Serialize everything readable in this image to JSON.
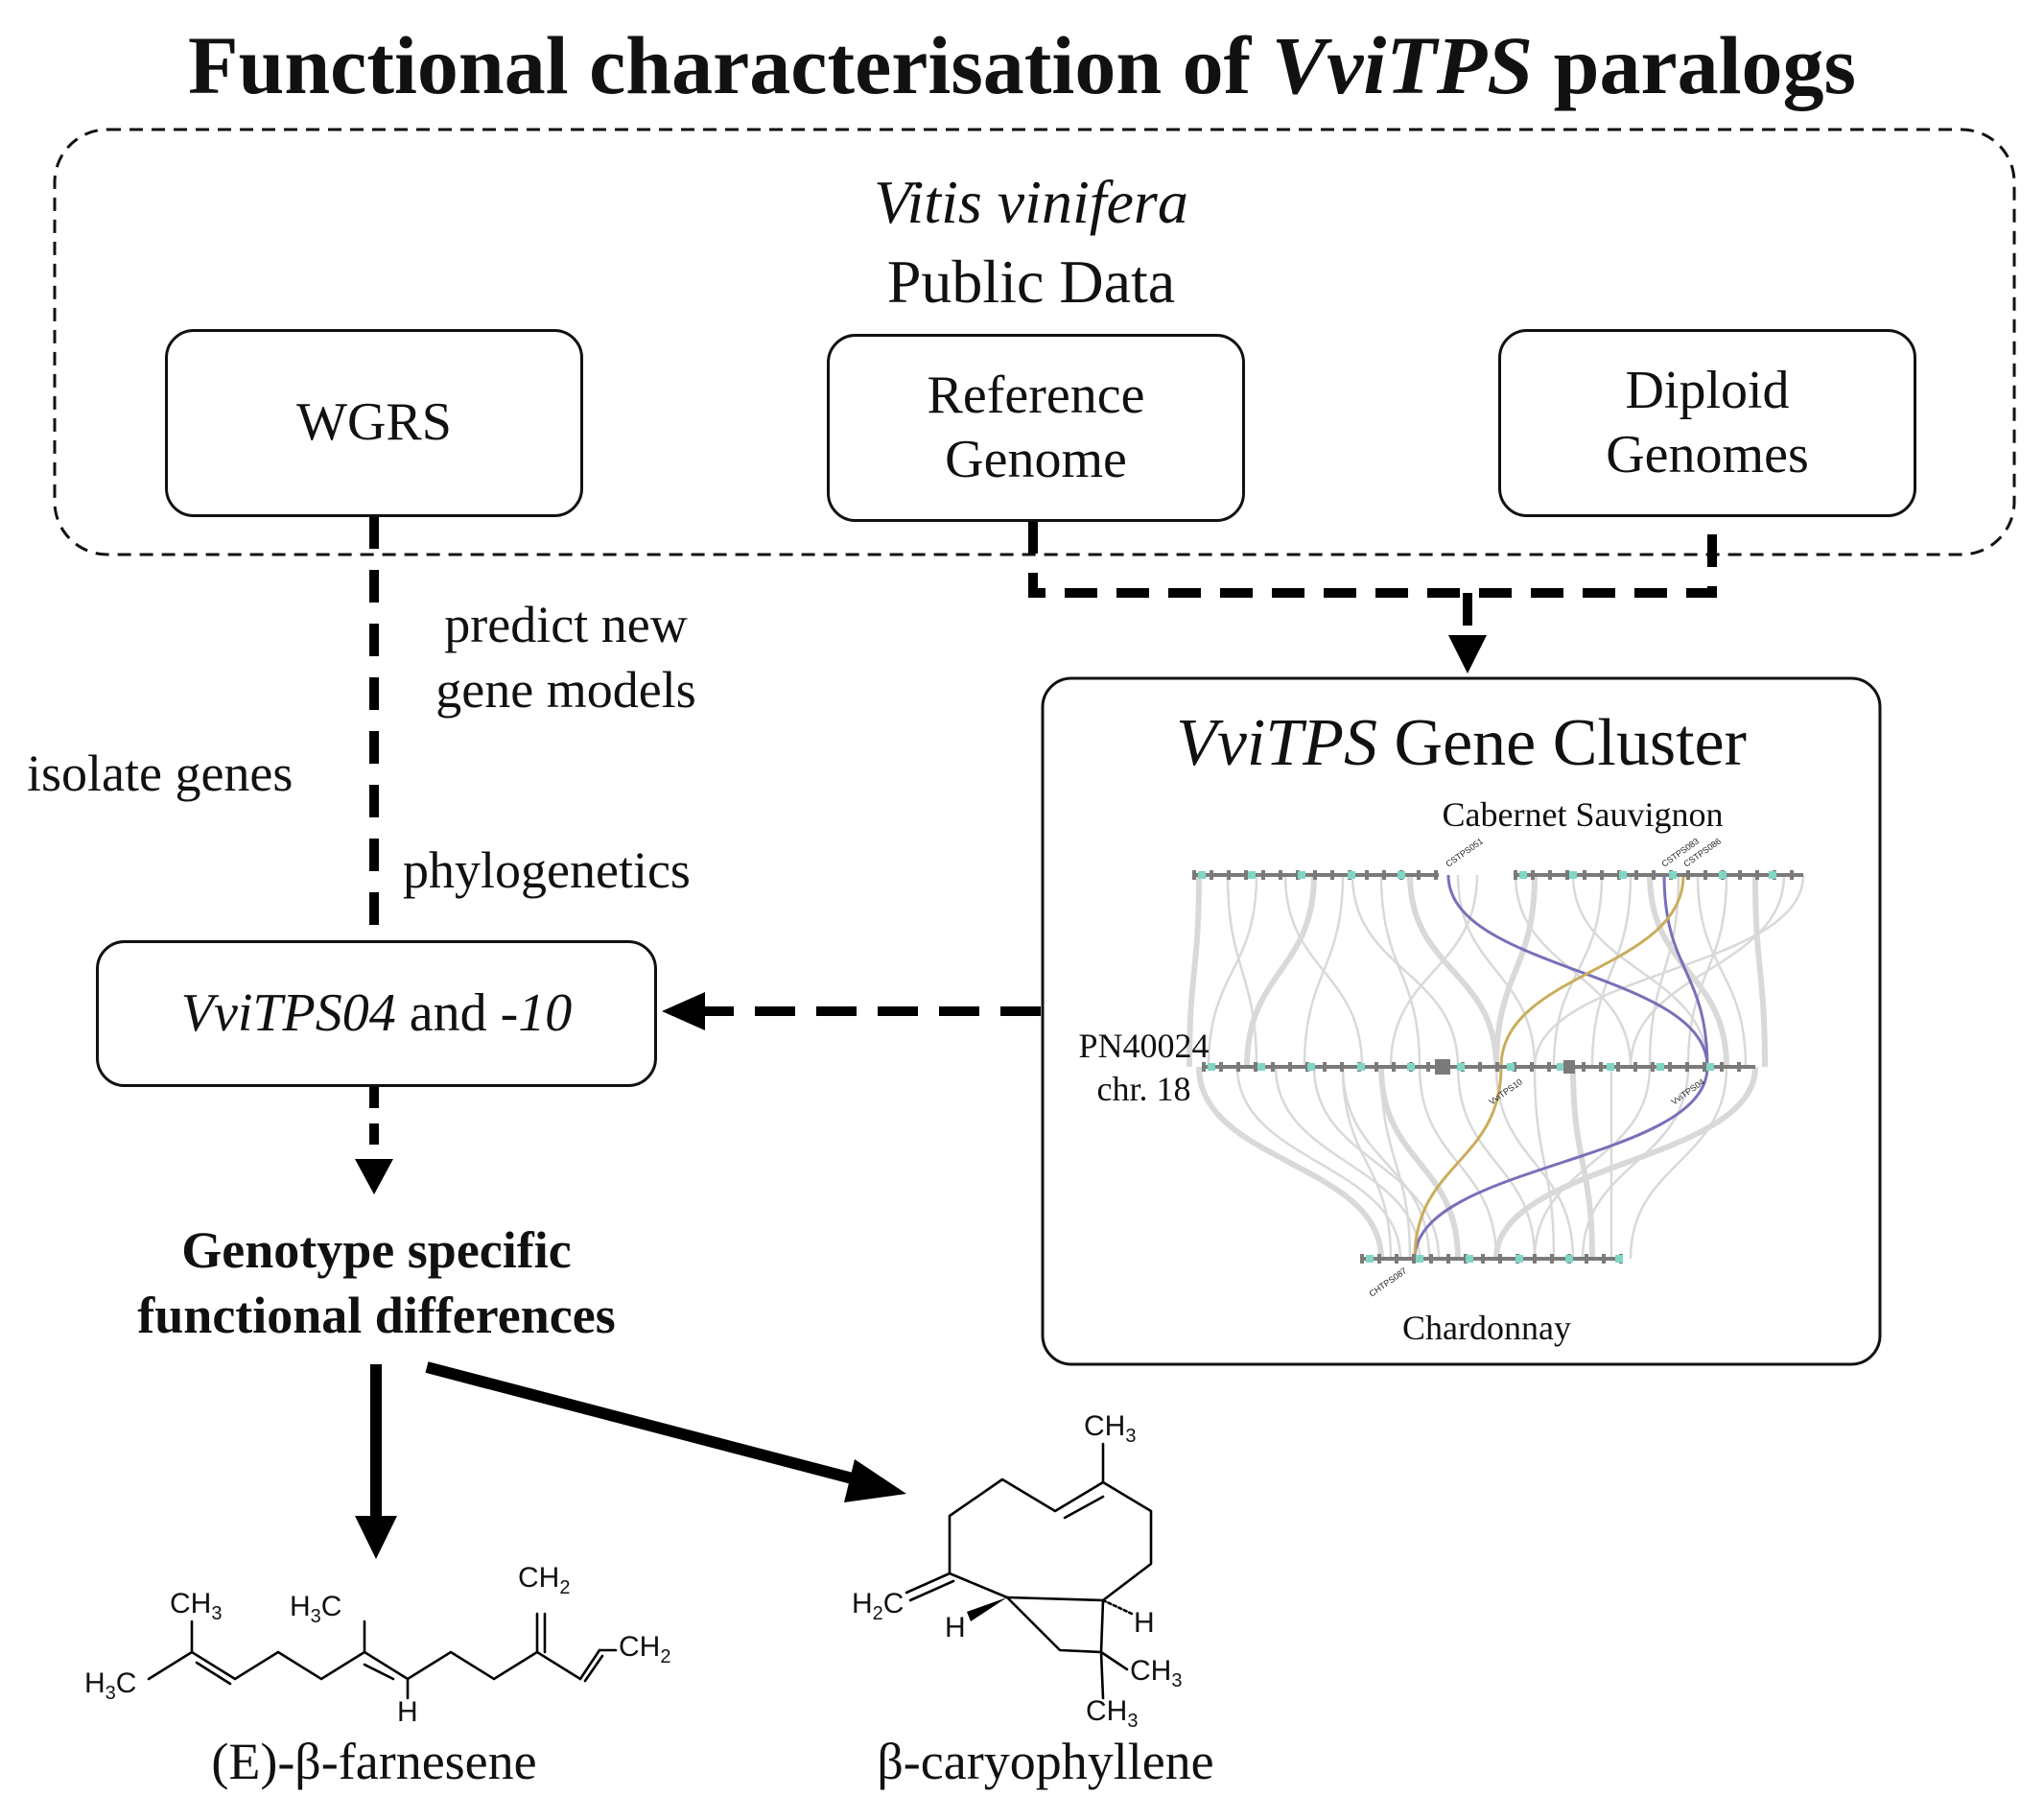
{
  "title": {
    "prefix": "Functional characterisation of ",
    "gene": "VviTPS",
    "suffix": " paralogs"
  },
  "public_data": {
    "species": "Vitis vinifera",
    "label": "Public Data",
    "boxes": {
      "wgrs": "WGRS",
      "reference_line1": "Reference",
      "reference_line2": "Genome",
      "diploid_line1": "Diploid",
      "diploid_line2": "Genomes"
    }
  },
  "steps": {
    "predict_line1": "predict new",
    "predict_line2": "gene models",
    "isolate": "isolate genes",
    "phylogenetics": "phylogenetics"
  },
  "candidate_box": {
    "gene1": "VviTPS04",
    "and": " and ",
    "gene2": "-10"
  },
  "outcome": {
    "line1": "Genotype specific",
    "line2": "functional differences"
  },
  "cluster": {
    "title_gene": "VviTPS",
    "title_rest": " Gene Cluster",
    "top_genome": "Cabernet Sauvignon",
    "middle_line1": "PN40024",
    "middle_line2": "chr. 18",
    "bottom_genome": "Chardonnay",
    "gene_labels": {
      "cs051": "CSTPS051",
      "cs083": "CSTPS083",
      "cs086": "CSTPS086",
      "vv10": "VviTPS10",
      "vv04": "VviTPS04",
      "ch087": "CHTPS087"
    },
    "colors": {
      "tps04_link": "#7870b8",
      "tps10_link": "#c9ad5c",
      "background_links": "#d9d9d9",
      "gene_marker": "#7fd6c6",
      "chromosome": "#7a7a7a"
    }
  },
  "products": {
    "farnesene": {
      "name": "(E)-β-farnesene",
      "atoms": {
        "ch3_top": "CH3",
        "h3c_mid": "H3C",
        "ch2_top": "CH2",
        "ch2_end": "CH2",
        "h3c_left": "H3C",
        "h": "H"
      }
    },
    "caryophyllene": {
      "name": "β-caryophyllene",
      "atoms": {
        "ch3_top": "CH3",
        "h2c": "H2C",
        "h_left": "H",
        "h_right": "H",
        "ch3_a": "CH3",
        "ch3_b": "CH3"
      }
    }
  }
}
